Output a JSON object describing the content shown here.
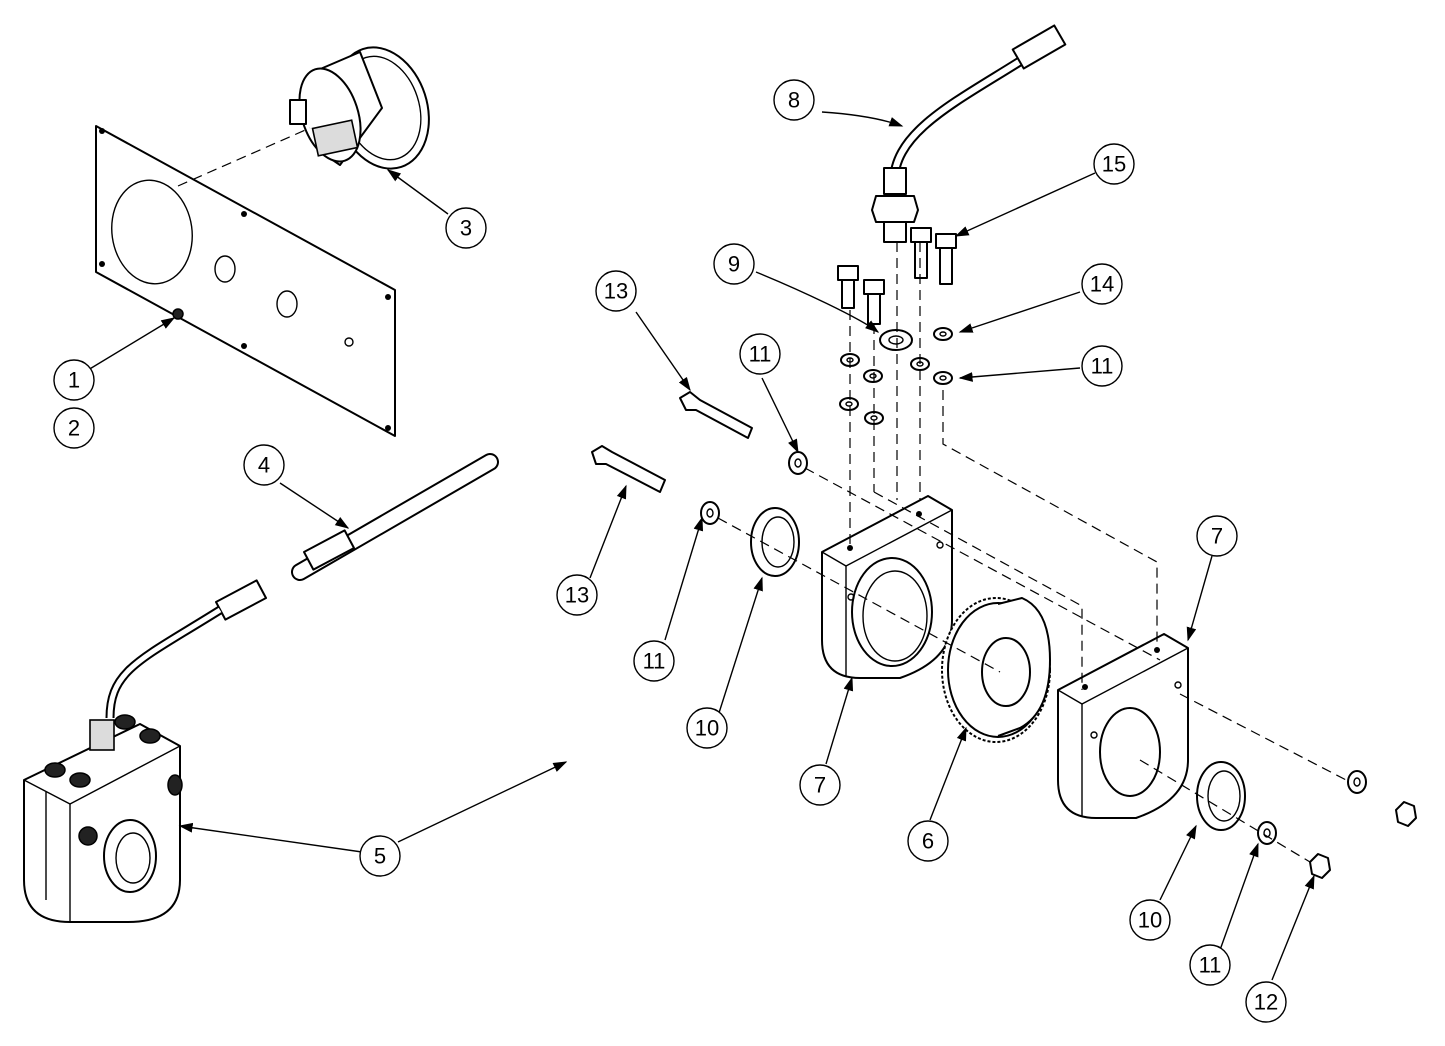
{
  "colors": {
    "line": "#000000",
    "background": "#ffffff"
  },
  "callouts": [
    {
      "label": "1"
    },
    {
      "label": "2"
    },
    {
      "label": "3"
    },
    {
      "label": "4"
    },
    {
      "label": "5"
    },
    {
      "label": "6"
    },
    {
      "label": "7"
    },
    {
      "label": "7"
    },
    {
      "label": "8"
    },
    {
      "label": "9"
    },
    {
      "label": "10"
    },
    {
      "label": "10"
    },
    {
      "label": "11"
    },
    {
      "label": "11"
    },
    {
      "label": "11"
    },
    {
      "label": "11"
    },
    {
      "label": "12"
    },
    {
      "label": "13"
    },
    {
      "label": "13"
    },
    {
      "label": "14"
    },
    {
      "label": "15"
    }
  ]
}
